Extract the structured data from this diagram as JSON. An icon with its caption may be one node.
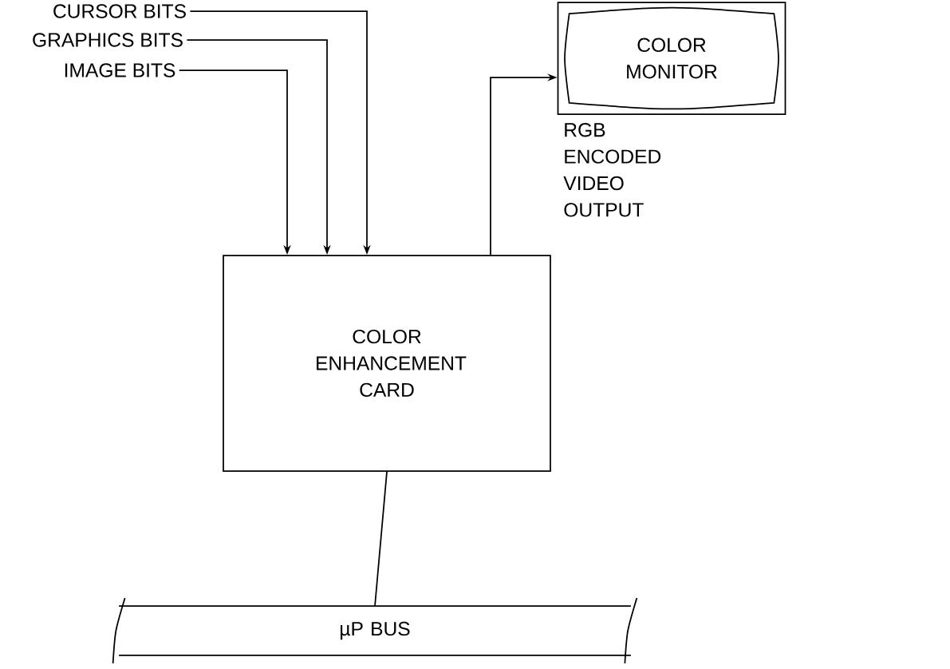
{
  "diagram": {
    "nodes": [
      {
        "text": [
          "CURSOR BITS"
        ]
      },
      {
        "text": [
          "GRAPHICS BITS"
        ]
      },
      {
        "text": [
          "IMAGE BITS"
        ]
      },
      {
        "text": [
          "COLOR ENHANCEMENT CARD"
        ]
      },
      {
        "text": [
          "COLOR MONITOR"
        ]
      },
      {
        "text": [
          "µP BUS"
        ]
      }
    ],
    "edges": [
      {
        "from": 0,
        "to": 3,
        "arrow": "to"
      },
      {
        "from": 1,
        "to": 3,
        "arrow": "to"
      },
      {
        "from": 2,
        "to": 3,
        "arrow": "to"
      },
      {
        "from": 3,
        "to": 4,
        "arrow": "to",
        "label": "RGB ENCODED VIDEO OUTPUT"
      },
      {
        "from": 3,
        "to": 5,
        "arrow": "none"
      }
    ]
  }
}
